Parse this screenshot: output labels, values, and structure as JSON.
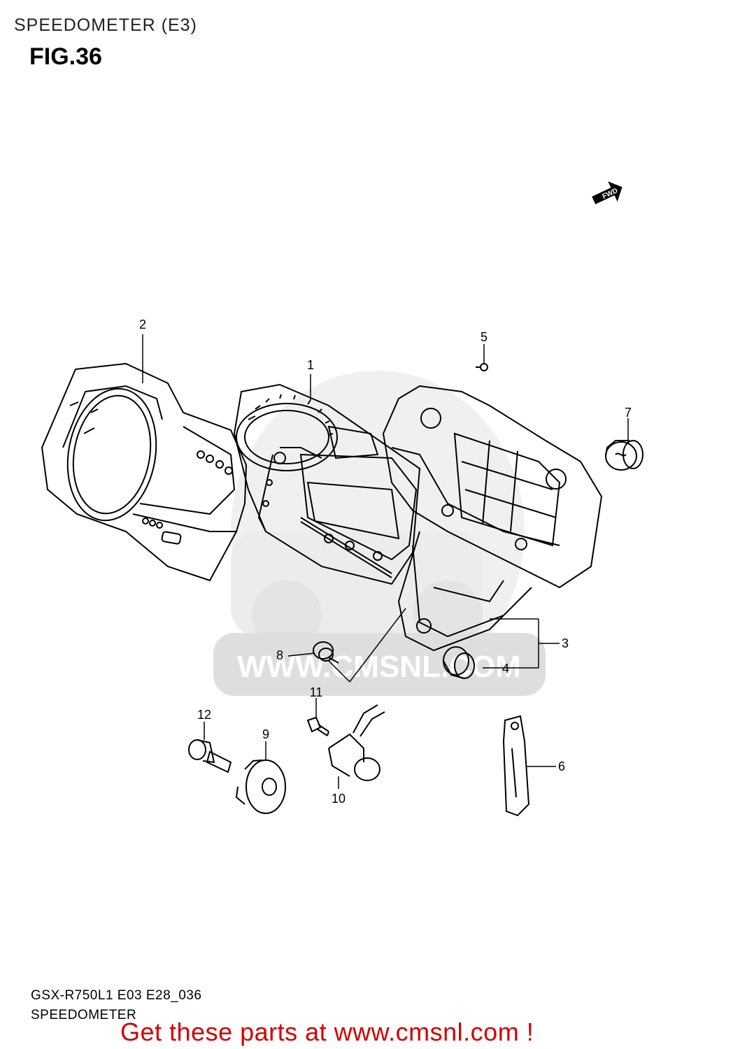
{
  "page": {
    "heading": "SPEEDOMETER (E3)",
    "figure": "FIG.36"
  },
  "orientation_badge": {
    "label": "FWD",
    "icon": "forward-arrow-icon"
  },
  "watermark": {
    "text": "WWW.CMSNL.COM",
    "logo": "CMS"
  },
  "callouts": [
    {
      "number": "1",
      "part": "speedometer-assembly"
    },
    {
      "number": "2",
      "part": "speedometer-cover"
    },
    {
      "number": "3",
      "part": "speedometer-bracket"
    },
    {
      "number": "4",
      "part": "cushion"
    },
    {
      "number": "5",
      "part": "screw"
    },
    {
      "number": "6",
      "part": "stay"
    },
    {
      "number": "7",
      "part": "cushion"
    },
    {
      "number": "8",
      "part": "screw"
    },
    {
      "number": "9",
      "part": "washer"
    },
    {
      "number": "10",
      "part": "sensor"
    },
    {
      "number": "11",
      "part": "bolt"
    },
    {
      "number": "12",
      "part": "bolt"
    }
  ],
  "footer": {
    "model_code": "GSX-R750L1 E03 E28_036",
    "section_title": "SPEEDOMETER",
    "call_to_action": "Get these parts at www.cmsnl.com !"
  },
  "colors": {
    "cta": "#d20000",
    "line": "#000000",
    "watermark": "#e6e6e6"
  }
}
